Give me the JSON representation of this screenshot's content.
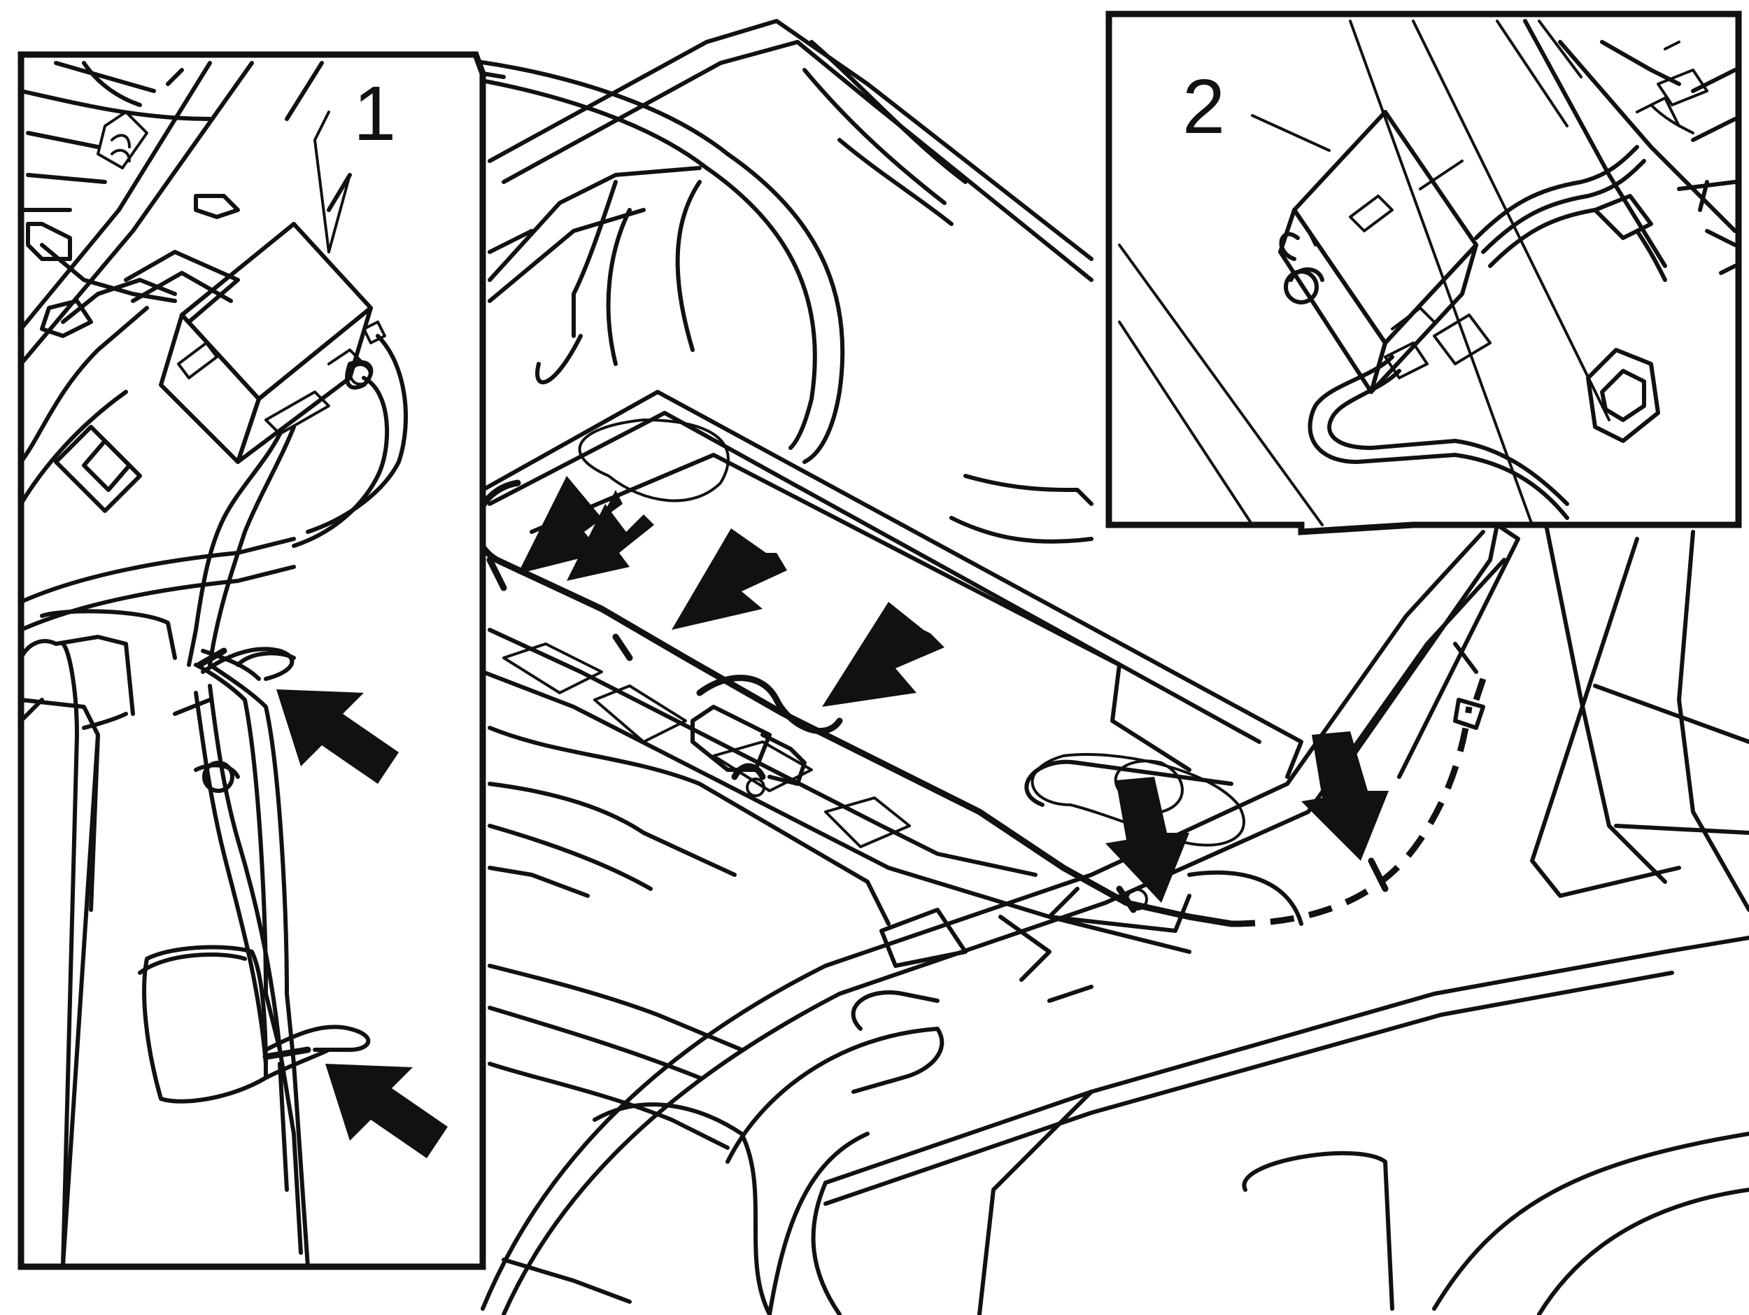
{
  "figure": {
    "background_color": "#ffffff",
    "line_color": "#111111",
    "callouts": [
      {
        "id": "1",
        "label": "1"
      },
      {
        "id": "2",
        "label": "2"
      }
    ]
  }
}
